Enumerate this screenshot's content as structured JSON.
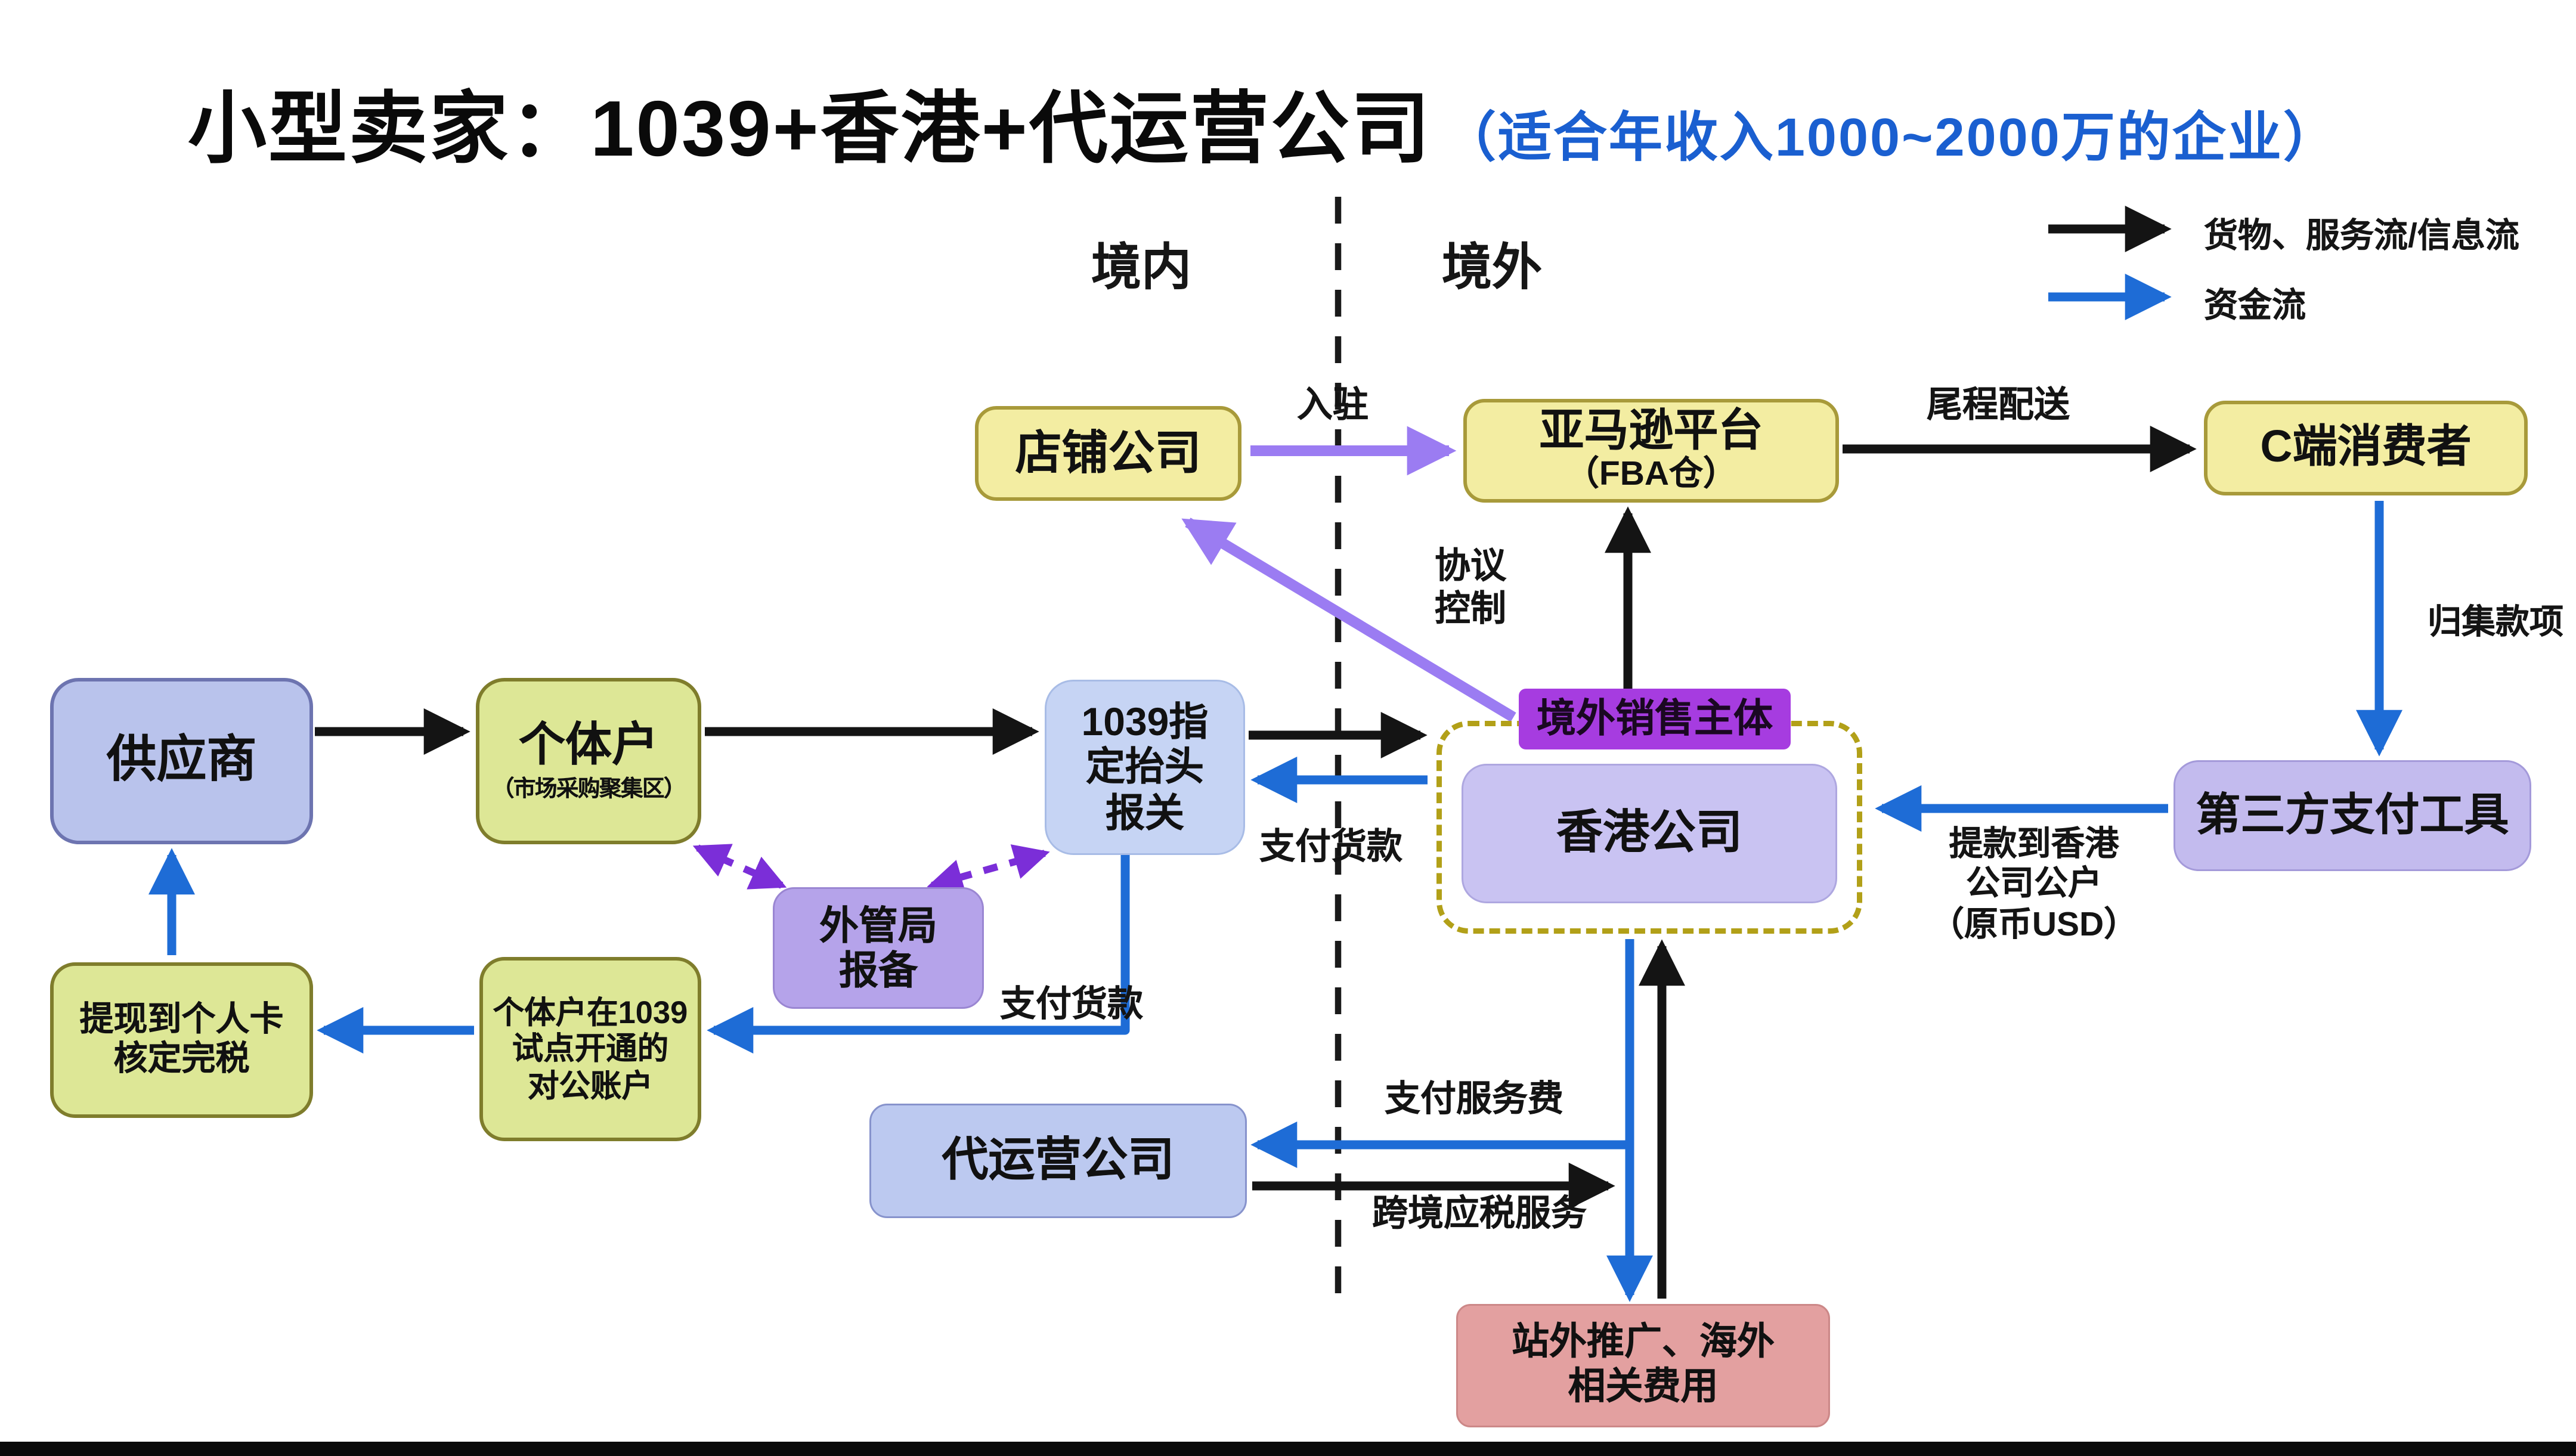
{
  "title": {
    "main": "小型卖家：1039+香港+代运营公司",
    "note": "（适合年收入1000~2000万的企业）"
  },
  "legend": {
    "goods_flow": "货物、服务流/信息流",
    "money_flow": "资金流"
  },
  "regions": {
    "domestic": "境内",
    "overseas": "境外"
  },
  "nodes": {
    "shop_company": {
      "label": "店铺公司"
    },
    "amazon": {
      "label": "亚马逊平台",
      "sub": "（FBA仓）"
    },
    "consumer": {
      "label": "C端消费者"
    },
    "supplier": {
      "label": "供应商"
    },
    "sole_trader": {
      "label": "个体户",
      "sub": "（市场采购聚集区）"
    },
    "customs_1039": {
      "label": "1039指\n定抬头\n报关"
    },
    "overseas_entity": {
      "label": "境外销售主体"
    },
    "hk_company": {
      "label": "香港公司"
    },
    "third_party_pay": {
      "label": "第三方支付工具"
    },
    "safe_filing": {
      "label": "外管局\n报备"
    },
    "withdraw_personal": {
      "label": "提现到个人卡\n核定完税"
    },
    "public_account": {
      "label": "个体户在1039\n试点开通的\n对公账户"
    },
    "agency": {
      "label": "代运营公司"
    },
    "offsite_costs": {
      "label": "站外推广、海外\n相关费用"
    }
  },
  "edge_labels": {
    "onboard": "入驻",
    "last_mile": "尾程配送",
    "protocol_control": "协议\n控制",
    "collect_funds": "归集款项",
    "withdraw_to_hk": "提款到香港\n公司公户\n（原币USD）",
    "pay_goods_hk": "支付货款",
    "pay_goods_1039": "支付货款",
    "pay_service_fee": "支付服务费",
    "cross_border_taxable": "跨境应税服务"
  },
  "colors": {
    "yellow-fill": "#f3eda2",
    "yellow-border": "#a89a3a",
    "green-fill": "#dde796",
    "green-border": "#7f7d2c",
    "blue-fill": "#b9c3ec",
    "lightblue-fill": "#c6d4f4",
    "agency-fill": "#bcc9f0",
    "purple-fill": "#b5a3ea",
    "lavender-fill": "#c9c3f2",
    "thirdpay-fill": "#c3bbee",
    "magenta": "#a63ce0",
    "pink-fill": "#e3a0a0",
    "arrow-black": "#141414",
    "arrow-blue": "#1e6cd6",
    "arrow-purple": "#9b7cf2",
    "arrow-violet": "#7b2ed8",
    "title-blue": "#1a5fd0"
  }
}
